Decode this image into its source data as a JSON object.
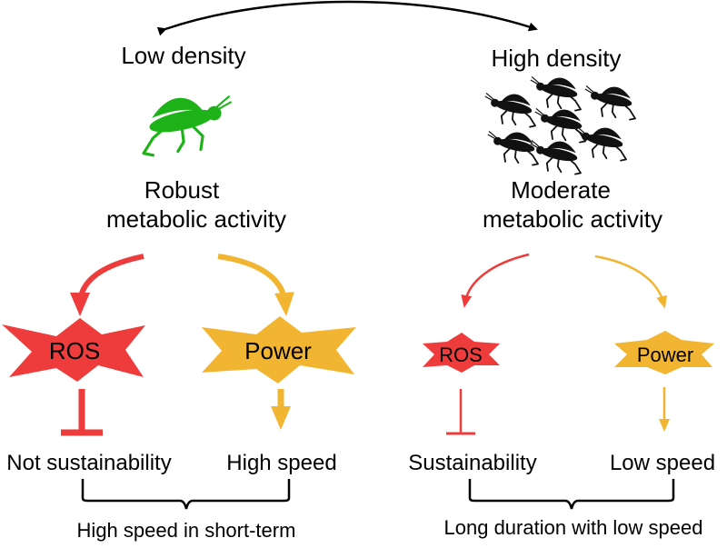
{
  "left": {
    "density": "Low density",
    "activity_line1": "Robust",
    "activity_line2": "metabolic activity",
    "ros": "ROS",
    "power": "Power",
    "ros_outcome": "Not sustainability",
    "power_outcome": "High speed",
    "summary": "High speed in short-term",
    "locust_color": "#1db318"
  },
  "right": {
    "density": "High density",
    "activity_line1": "Moderate",
    "activity_line2": "metabolic activity",
    "ros": "ROS",
    "power": "Power",
    "ros_outcome": "Sustainability",
    "power_outcome": "Low speed",
    "summary": "Long duration with low speed",
    "locust_color": "#111111"
  },
  "colors": {
    "ros_red": "#ee3b3b",
    "power_yellow": "#f1b531",
    "brace": "#000000"
  }
}
